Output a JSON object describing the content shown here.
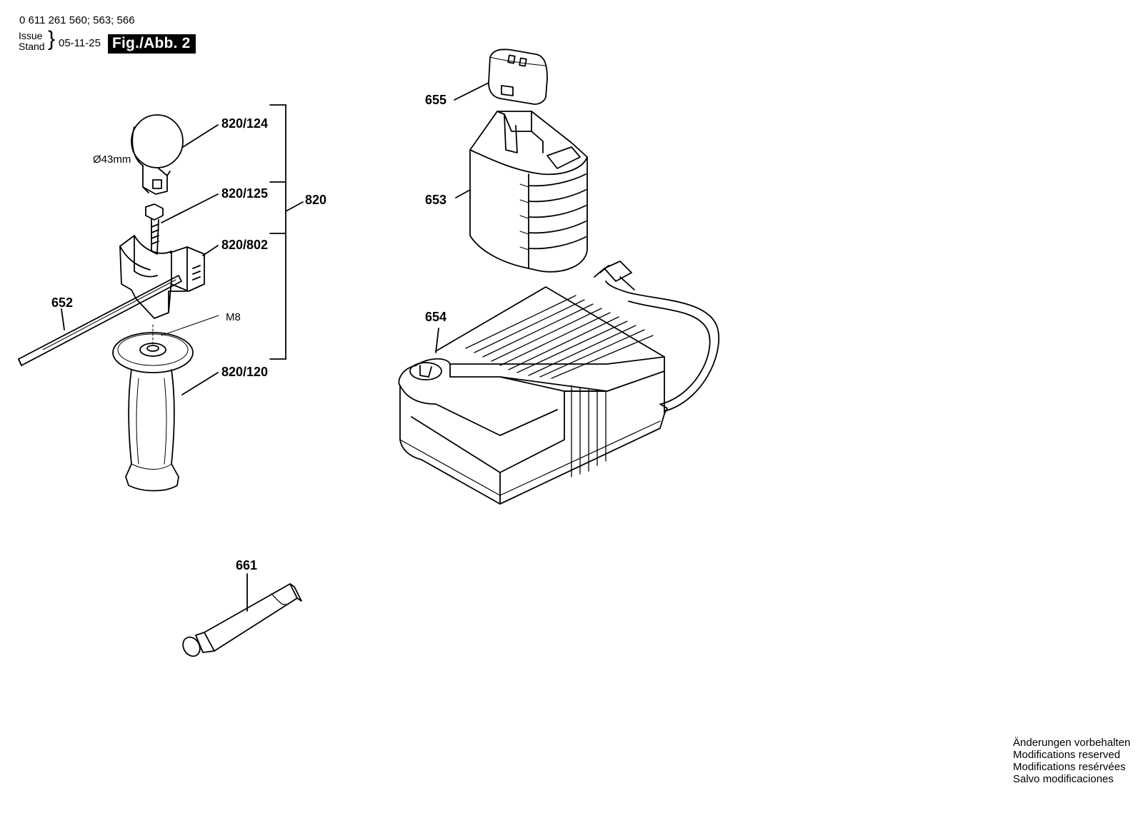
{
  "header": {
    "part_numbers": "0 611 261 560; 563; 566",
    "issue_label": "Issue",
    "stand_label": "Stand",
    "issue_date": "05-11-25",
    "figure_badge": "Fig./Abb. 2"
  },
  "labels": {
    "p820_124": "820/124",
    "p820_125": "820/125",
    "p820_802": "820/802",
    "p820_120": "820/120",
    "p820": "820",
    "p652": "652",
    "p655": "655",
    "p653": "653",
    "p654": "654",
    "p661": "661",
    "dia43": "Ø43mm",
    "m8": "M8"
  },
  "footer": {
    "line1": "Änderungen vorbehalten",
    "line2": "Modifications reserved",
    "line3": "Modifications resérvées",
    "line4": "Salvo modificaciones"
  }
}
